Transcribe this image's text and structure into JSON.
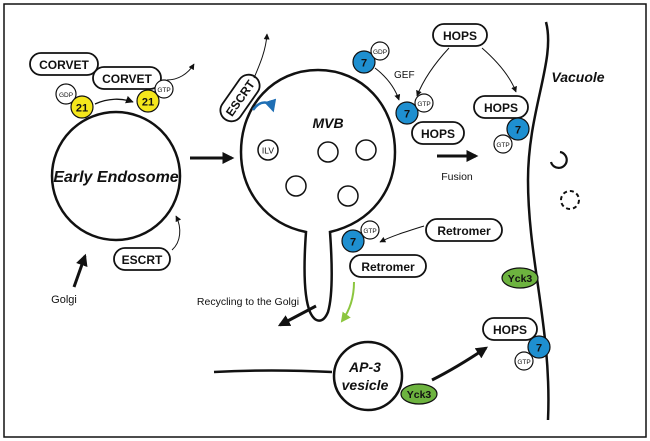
{
  "colors": {
    "rab21": "#f5e71c",
    "rab7": "#1e8fd0",
    "yck3": "#6db33f",
    "recycling_arrow": "#8cc63f",
    "escrt_arrow": "#1f6fb5",
    "outline": "#111111"
  },
  "compartments": {
    "early_endosome": "Early Endosome",
    "mvb": "MVB",
    "vacuole": "Vacuole",
    "ap3_line1": "AP-3",
    "ap3_line2": "vesicle"
  },
  "complexes": {
    "corvet_1": "CORVET",
    "corvet_2": "CORVET",
    "hops_top": "HOPS",
    "hops_mvb": "HOPS",
    "hops_vacuole": "HOPS",
    "hops_bottom": "HOPS",
    "escrt_mvb": "ESCRT",
    "escrt_ee": "ESCRT",
    "retromer_free": "Retromer",
    "retromer_bound": "Retromer"
  },
  "small_gtpases": {
    "rab21_gdp": "21",
    "rab21_gtp": "21",
    "rab7_gdp": "7",
    "rab7_mvb": "7",
    "rab7_vacuole": "7",
    "rab7_retromer": "7",
    "rab7_bottom": "7"
  },
  "nucleotides": {
    "gdp_ee": "GDP",
    "gtp_ee": "GTP",
    "gdp_mvb": "GDP",
    "gtp_mvb": "GTP",
    "gtp_vacuole": "GTP",
    "gtp_retromer": "GTP",
    "gtp_bottom": "GTP"
  },
  "kinases": {
    "yck3_vacuole": "Yck3",
    "yck3_vesicle": "Yck3"
  },
  "misc_labels": {
    "ilv": "ILV",
    "gef": "GEF",
    "fusion": "Fusion",
    "golgi": "Golgi",
    "recycling": "Recycling to the Golgi"
  }
}
